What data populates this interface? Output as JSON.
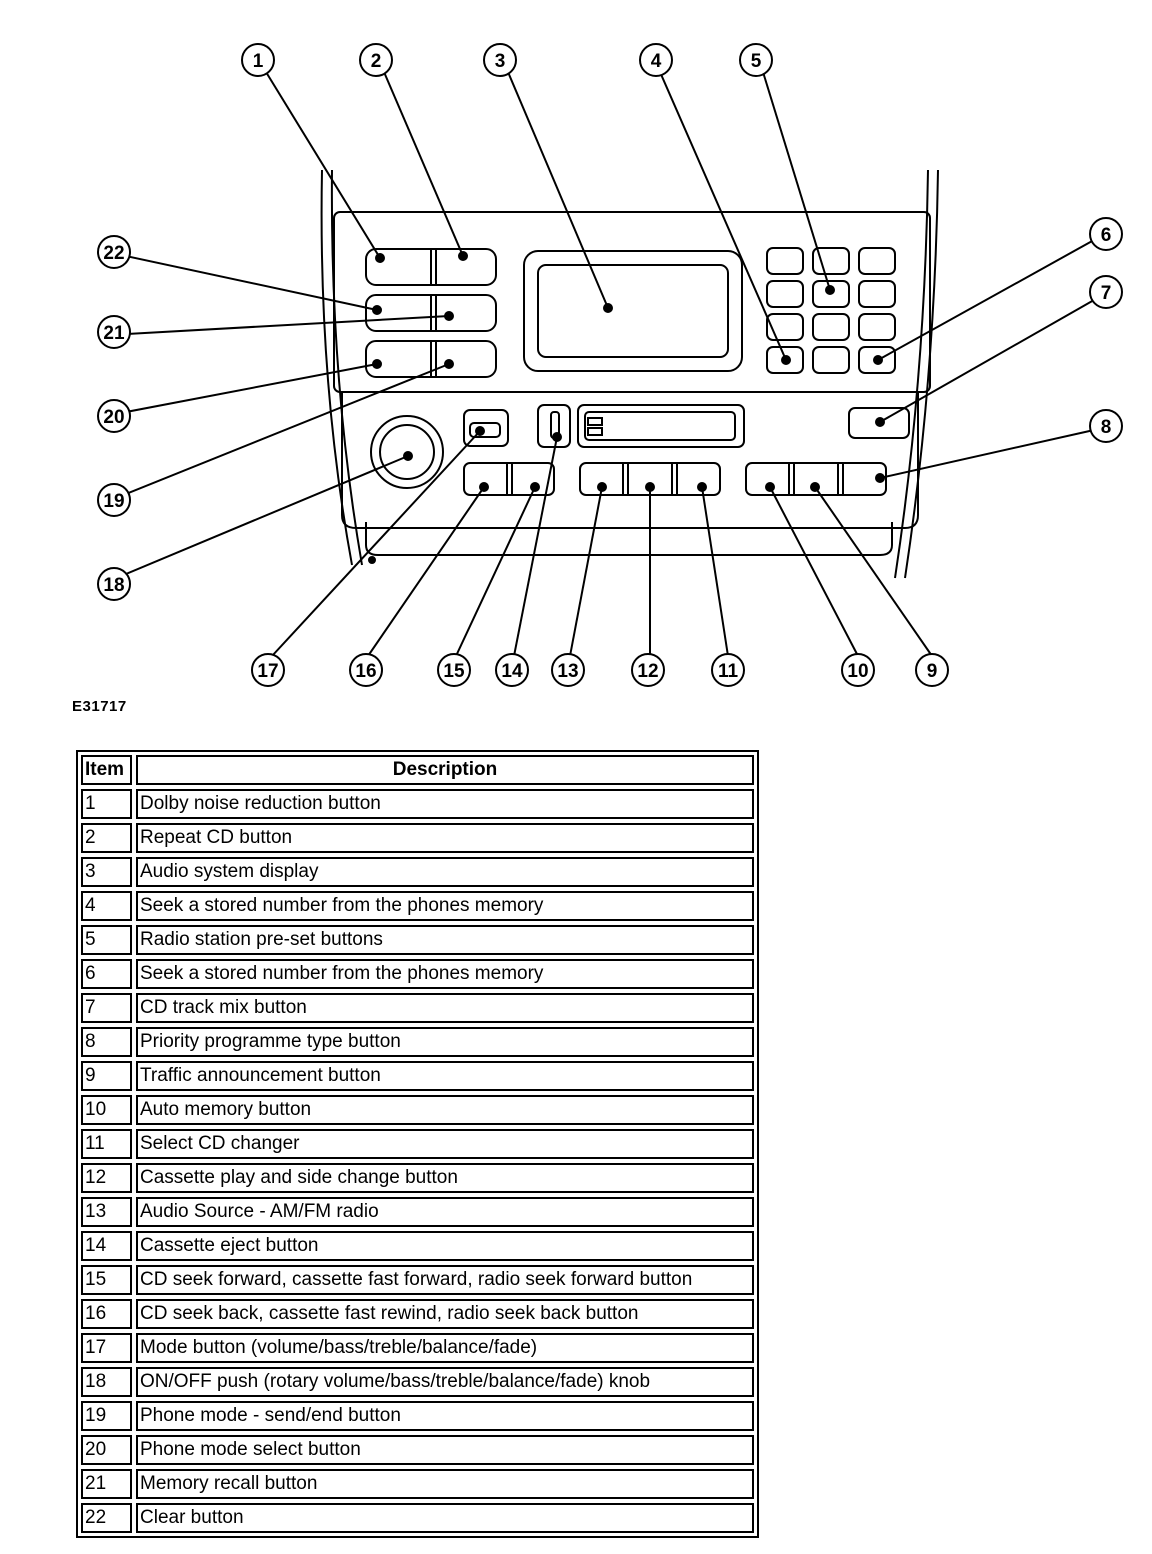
{
  "figure_code": "E31717",
  "table": {
    "headers": {
      "item": "Item",
      "description": "Description"
    },
    "rows": [
      {
        "item": "1",
        "description": "Dolby noise reduction button"
      },
      {
        "item": "2",
        "description": "Repeat CD button"
      },
      {
        "item": "3",
        "description": "Audio system display"
      },
      {
        "item": "4",
        "description": "Seek a stored number from the phones memory"
      },
      {
        "item": "5",
        "description": "Radio station pre-set buttons"
      },
      {
        "item": "6",
        "description": "Seek a stored number from the phones memory"
      },
      {
        "item": "7",
        "description": "CD track mix button"
      },
      {
        "item": "8",
        "description": "Priority programme type button"
      },
      {
        "item": "9",
        "description": "Traffic announcement button"
      },
      {
        "item": "10",
        "description": "Auto memory button"
      },
      {
        "item": "11",
        "description": "Select CD changer"
      },
      {
        "item": "12",
        "description": "Cassette play and side change button"
      },
      {
        "item": "13",
        "description": "Audio Source - AM/FM radio"
      },
      {
        "item": "14",
        "description": "Cassette eject button"
      },
      {
        "item": "15",
        "description": "CD seek forward, cassette fast forward, radio seek forward button"
      },
      {
        "item": "16",
        "description": "CD seek back, cassette fast rewind, radio seek back button"
      },
      {
        "item": "17",
        "description": "Mode button (volume/bass/treble/balance/fade)"
      },
      {
        "item": "18",
        "description": "ON/OFF push (rotary volume/bass/treble/balance/fade) knob"
      },
      {
        "item": "19",
        "description": "Phone mode - send/end button"
      },
      {
        "item": "20",
        "description": "Phone mode select button"
      },
      {
        "item": "21",
        "description": "Memory recall button"
      },
      {
        "item": "22",
        "description": "Clear button"
      }
    ]
  },
  "callouts": [
    "1",
    "2",
    "3",
    "4",
    "5",
    "6",
    "7",
    "8",
    "9",
    "10",
    "11",
    "12",
    "13",
    "14",
    "15",
    "16",
    "17",
    "18",
    "19",
    "20",
    "21",
    "22"
  ]
}
